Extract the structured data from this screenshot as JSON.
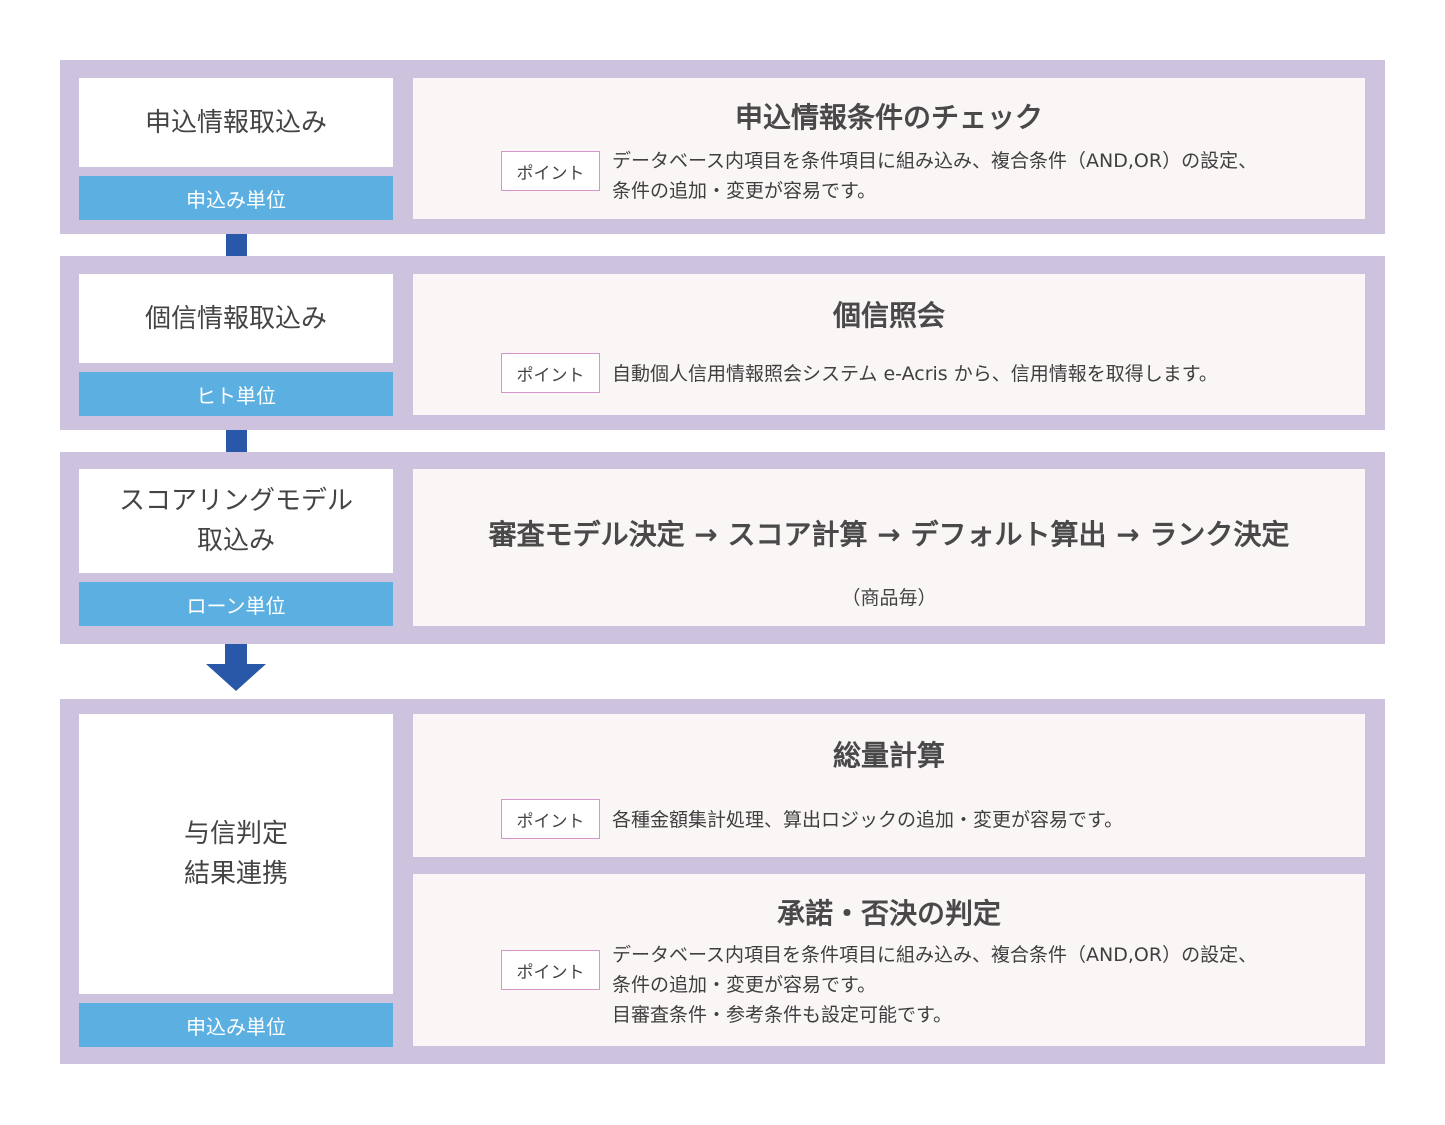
{
  "point_label": "ポイント",
  "steps": [
    {
      "input_label": "申込情報取込み",
      "unit": "申込み単位",
      "heading": "申込情報条件のチェック",
      "point": "データベース内項目を条件項目に組み込み、複合条件（AND,OR）の設定、\n条件の追加・変更が容易です。"
    },
    {
      "input_label": "個信情報取込み",
      "unit": "ヒト単位",
      "heading": "個信照会",
      "point": "自動個人信用情報照会システム e-Acris から、信用情報を取得します。"
    },
    {
      "input_label": "スコアリングモデル\n取込み",
      "unit": "ローン単位",
      "heading": "審査モデル決定 → スコア計算 → デフォルト算出 → ランク決定",
      "note": "（商品毎）"
    },
    {
      "input_label": "与信判定\n結果連携",
      "unit": "申込み単位",
      "panels": [
        {
          "heading": "総量計算",
          "point": "各種金額集計処理、算出ロジックの追加・変更が容易です。"
        },
        {
          "heading": "承諾・否決の判定",
          "point": "データベース内項目を条件項目に組み込み、複合条件（AND,OR）の設定、\n条件の追加・変更が容易です。\n目審査条件・参考条件も設定可能です。"
        }
      ]
    }
  ],
  "colors": {
    "stage_bg": "#cdc3de",
    "unit_badge": "#5bafe1",
    "panel_bg": "#fbf6f6",
    "connector": "#2a58a8",
    "point_border": "#d795c8"
  }
}
